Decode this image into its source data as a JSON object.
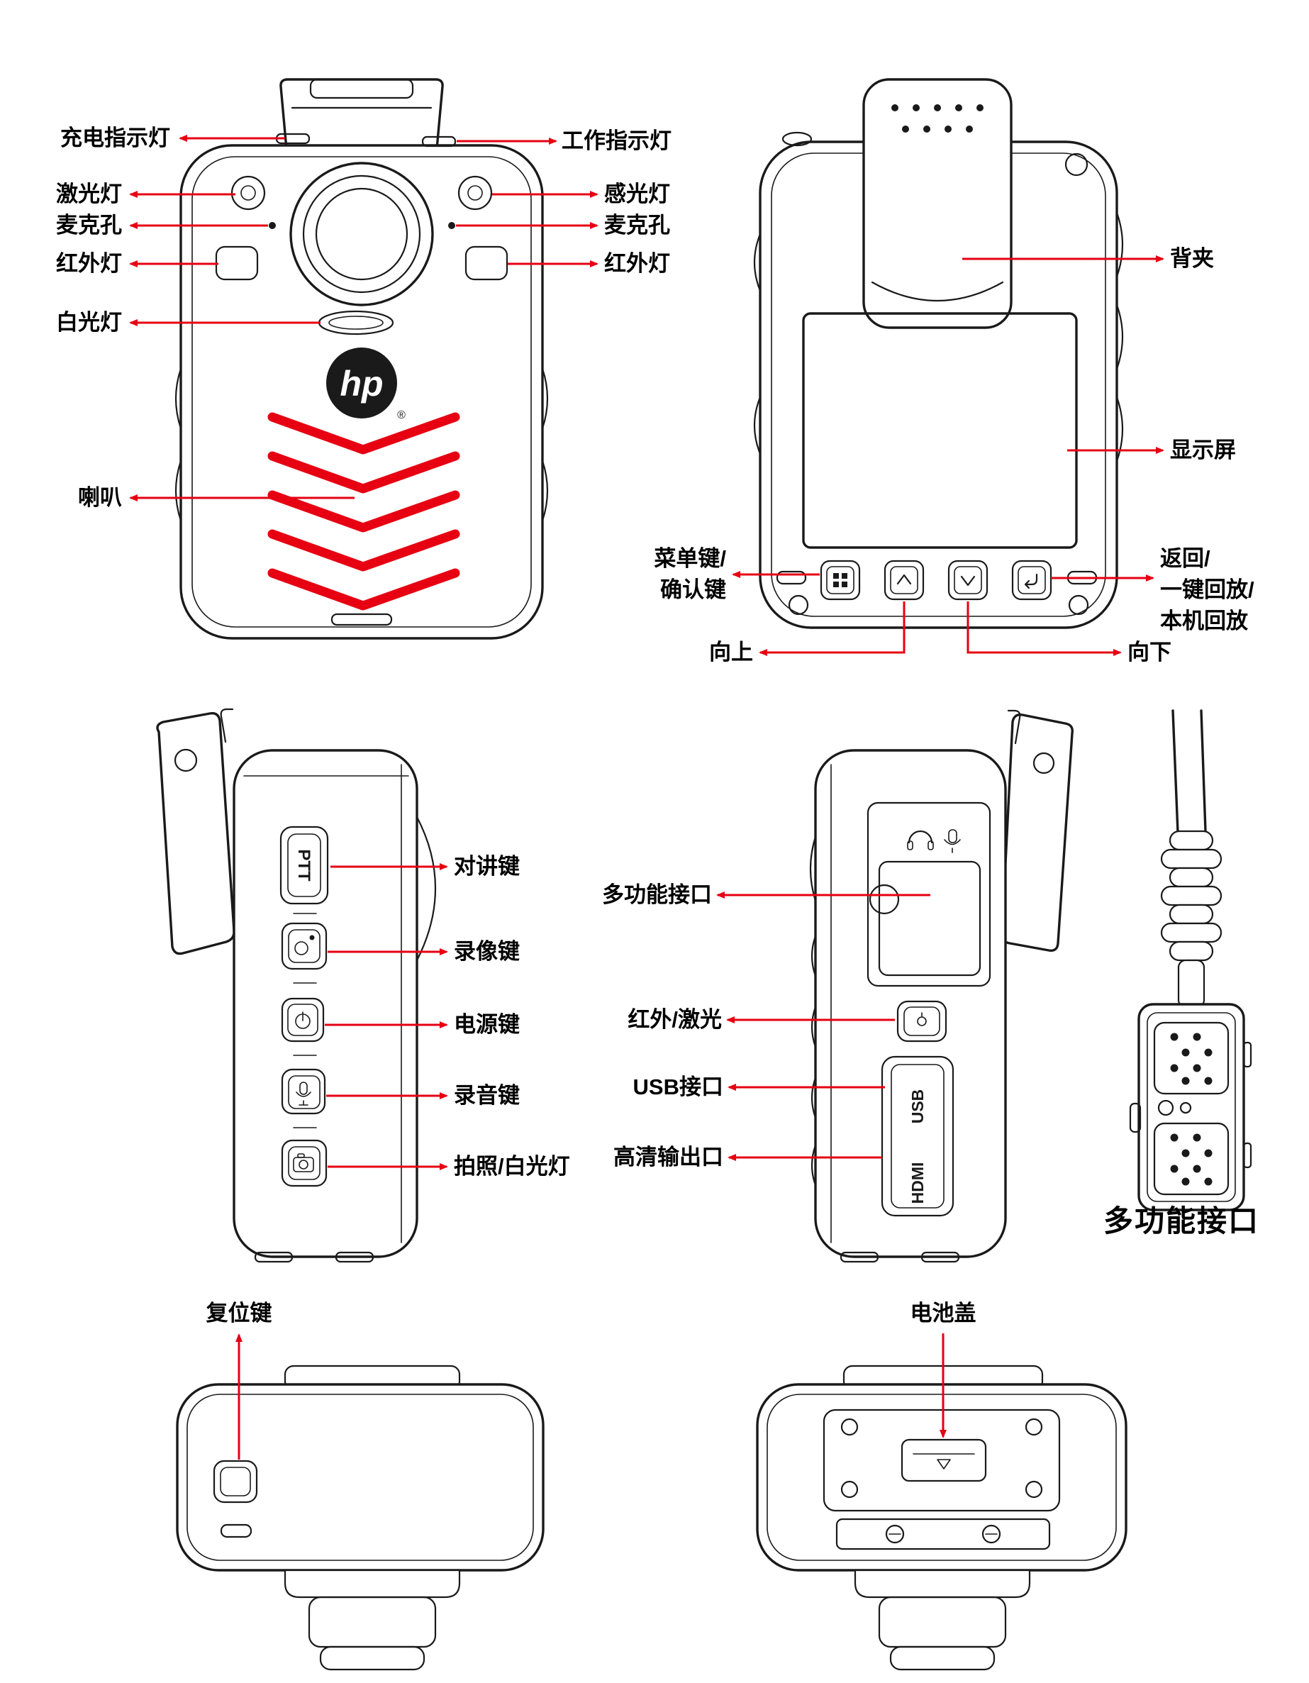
{
  "colors": {
    "accent_red": "#e60012",
    "line_black": "#1a1a1a"
  },
  "brand": {
    "logo": "hp",
    "registered": "®"
  },
  "device_text": {
    "ptt": "PTT",
    "usb": "USB",
    "hdmi": "HDMI"
  },
  "views": {
    "front": {
      "labels": {
        "charge_indicator": "充电指示灯",
        "work_indicator": "工作指示灯",
        "laser_light": "激光灯",
        "light_sensor": "感光灯",
        "mic_hole_left": "麦克孔",
        "mic_hole_right": "麦克孔",
        "ir_light_left": "红外灯",
        "ir_light_right": "红外灯",
        "white_light": "白光灯",
        "speaker": "喇叭"
      }
    },
    "back": {
      "labels": {
        "back_clip": "背夹",
        "screen": "显示屏",
        "menu_confirm_key": "菜单键/\n确认键",
        "return_playback_key": "返回/\n一键回放/\n本机回放",
        "up_key": "向上",
        "down_key": "向下"
      }
    },
    "left_side": {
      "labels": {
        "talk_key": "对讲键",
        "video_key": "录像键",
        "power_key": "电源键",
        "audio_key": "录音键",
        "photo_white_light_key": "拍照/白光灯"
      }
    },
    "right_side": {
      "labels": {
        "multi_function_port": "多功能接口",
        "ir_laser": "红外/激光",
        "usb_port": "USB接口",
        "hd_output": "高清输出口"
      }
    },
    "connector": {
      "caption": "多功能接口"
    },
    "bottom": {
      "labels": {
        "reset_key": "复位键",
        "battery_cover": "电池盖"
      }
    }
  }
}
